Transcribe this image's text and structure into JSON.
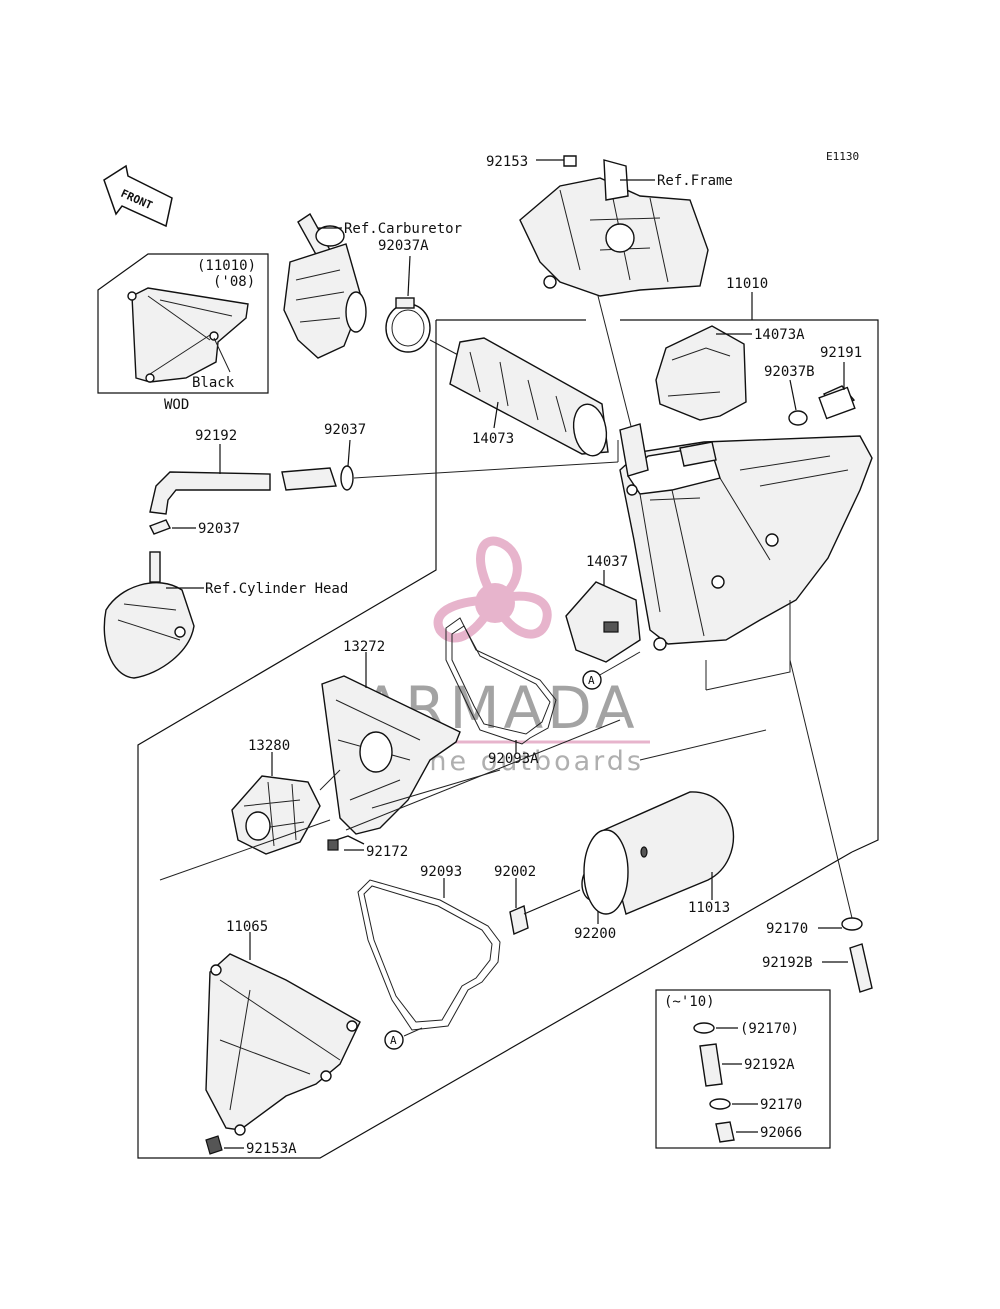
{
  "diagram_code": "E1130",
  "front_arrow": "FRONT",
  "watermark": {
    "brand": "ARMADA",
    "tagline": "marine outboards",
    "color": "#e3a7c4"
  },
  "inset_top": {
    "part": "(11010)",
    "year": "('08)",
    "note": "Black",
    "caption": "WOD"
  },
  "inset_bottom": {
    "title": "(~'10)",
    "items": [
      "(92170)",
      "92192A",
      "92170",
      "92066"
    ]
  },
  "callouts": {
    "c92153": "92153",
    "ref_frame": "Ref.Frame",
    "ref_carb": "Ref.Carburetor",
    "c92037A": "92037A",
    "c11010": "11010",
    "c14073A": "14073A",
    "c92191": "92191",
    "c92037B": "92037B",
    "c14073": "14073",
    "c92192": "92192",
    "c92037_top": "92037",
    "c92037_left": "92037",
    "ref_cyl": "Ref.Cylinder Head",
    "c14037": "14037",
    "c13272": "13272",
    "c13280": "13280",
    "c92093A": "92093A",
    "c92172": "92172",
    "c92093": "92093",
    "c92002": "92002",
    "c92200": "92200",
    "c11013": "11013",
    "c92170": "92170",
    "c92192B": "92192B",
    "c11065": "11065",
    "c92153A": "92153A",
    "marker_a1": "A",
    "marker_a2": "A"
  }
}
